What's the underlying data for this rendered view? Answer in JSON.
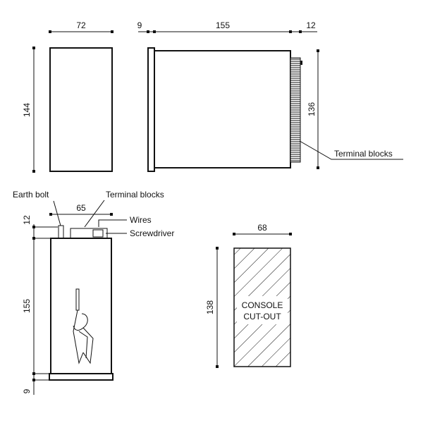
{
  "front_view": {
    "width": "72",
    "height": "144"
  },
  "side_view": {
    "bezel": "9",
    "depth": "155",
    "terminal": "12",
    "terminal_height": "136",
    "terminal_label": "Terminal blocks"
  },
  "rear_view": {
    "earth_bolt_label": "Earth bolt",
    "terminal_label": "Terminal blocks",
    "width": "65",
    "wires_label": "Wires",
    "screwdriver_label": "Screwdriver",
    "top": "12",
    "depth": "155",
    "bezel": "9"
  },
  "cutout": {
    "width": "68",
    "height": "138",
    "text_line1": "CONSOLE",
    "text_line2": "CUT-OUT"
  }
}
